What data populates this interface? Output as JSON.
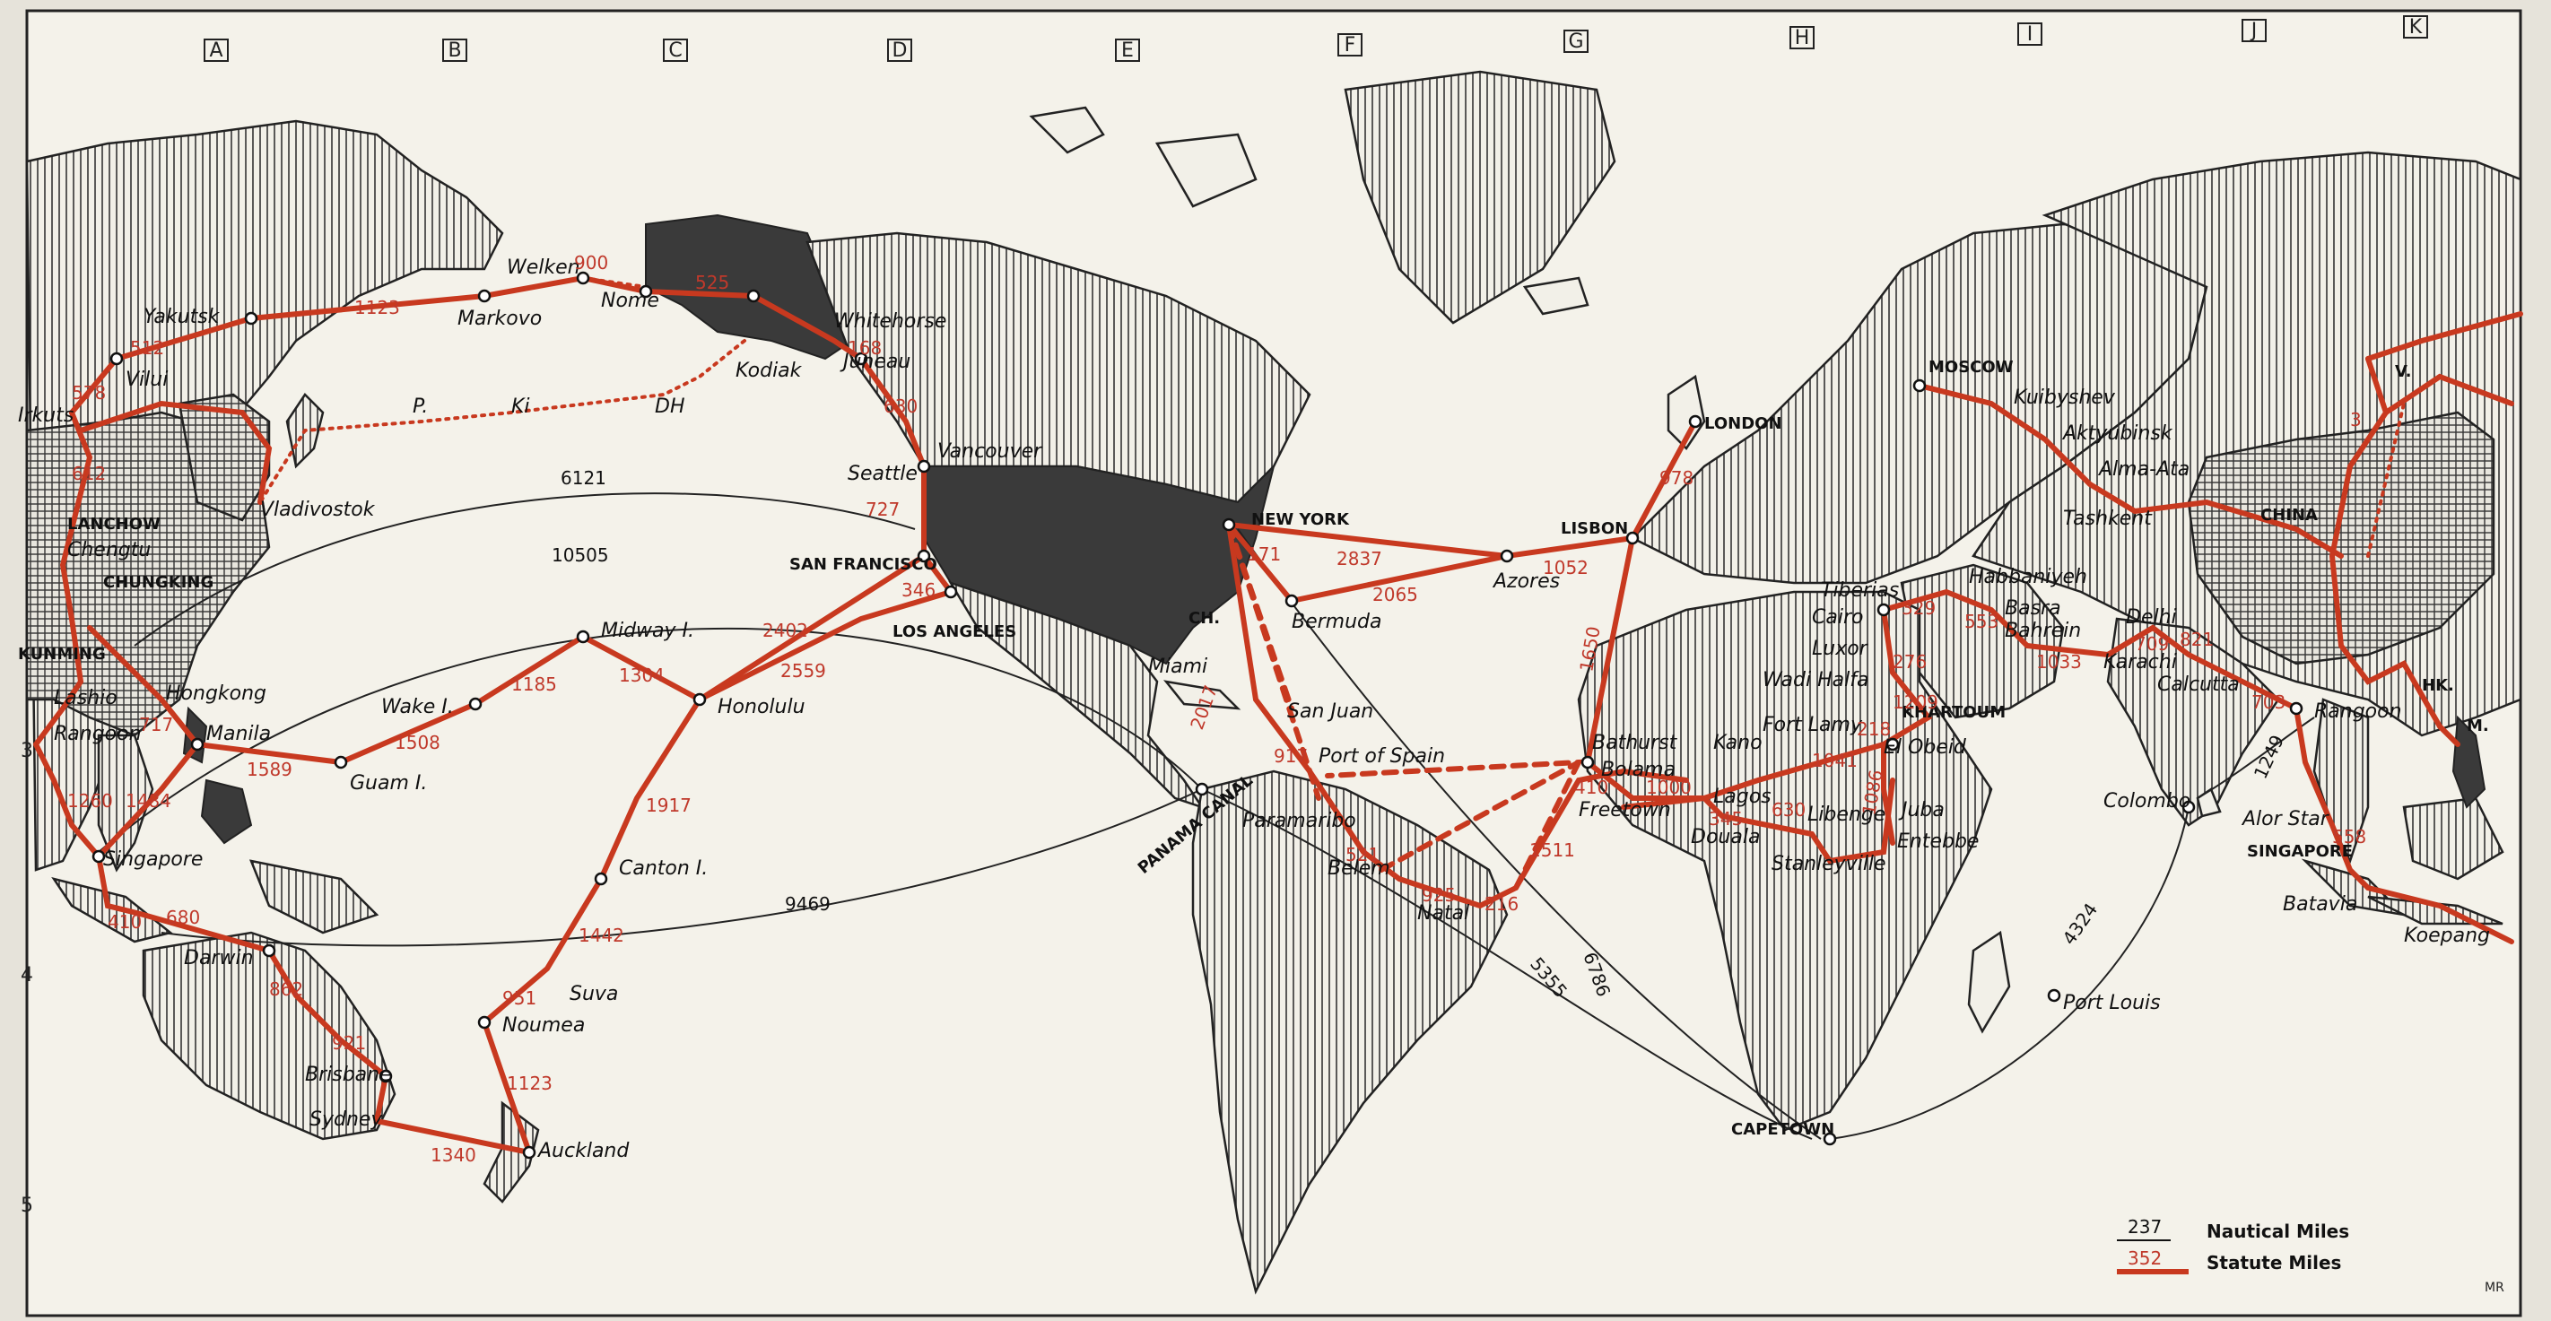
{
  "grid": {
    "columns": [
      "A",
      "B",
      "C",
      "D",
      "E",
      "F",
      "G",
      "H",
      "I",
      "J",
      "K"
    ],
    "rows": [
      "3",
      "4",
      "5"
    ]
  },
  "cities": {
    "yakutsk": "Yakutsk",
    "vilui": "Vilui",
    "irkutsk": "Irkuts",
    "welkal": "Welken",
    "nome": "Nome",
    "markovo": "Markovo",
    "whitehorse": "Whitehorse",
    "juneau": "Juneau",
    "kodiak": "Kodiak",
    "dh": "DH",
    "ki": "Ki",
    "p": "P.",
    "vladivostok": "Vladivostok",
    "vancouver": "Vancouver",
    "seattle": "Seattle",
    "san_francisco": "SAN FRANCISCO",
    "los_angeles": "LOS ANGELES",
    "new_york": "NEW YORK",
    "ch": "CH.",
    "bermuda": "Bermuda",
    "azores": "Azores",
    "lisbon": "LISBON",
    "london": "LONDON",
    "miami": "Miami",
    "san_juan": "San Juan",
    "port_of_spain": "Port of Spain",
    "paramaribo": "Paramaribo",
    "belem": "Belem",
    "natal": "Natal",
    "panama_canal": "PANAMA CANAL",
    "lanchow": "LANCHOW",
    "chengtu": "Chengtu",
    "chungking": "CHUNGKING",
    "kunming": "KUNMING",
    "lashio": "Lashio",
    "rangoon_w": "Rangoon",
    "hongkong": "Hongkong",
    "manila": "Manila",
    "guam": "Guam I.",
    "wake": "Wake I.",
    "midway": "Midway I.",
    "honolulu": "Honolulu",
    "canton": "Canton I.",
    "suva": "Suva",
    "noumea": "Noumea",
    "auckland": "Auckland",
    "singapore_w": "Singapore",
    "darwin": "Darwin",
    "brisbane": "Brisbane",
    "sydney": "Sydney",
    "moscow": "MOSCOW",
    "kuibyshev": "Kuibyshev",
    "aktyubinsk": "Aktyubinsk",
    "alma_ata": "Alma-Ata",
    "tashkent": "Tashkent",
    "tiberias": "Tiberias",
    "cairo": "Cairo",
    "luxor": "Luxor",
    "wadi_halfa": "Wadi Halfa",
    "habbaniyeh": "Habbaniyeh",
    "basra": "Basra",
    "bahrein": "Bahrein",
    "karachi": "Karachi",
    "delhi": "Delhi",
    "calcutta": "Calcutta",
    "rangoon_e": "Rangoon",
    "hk": "HK.",
    "khartoum": "KHARTOUM",
    "el_obeid": "El Obeid",
    "kano": "Kano",
    "fort_lamy": "Fort Lamy",
    "bathurst": "Bathurst",
    "bolama": "Bolama",
    "freetown": "Freetown",
    "lagos": "Lagos",
    "douala": "Douala",
    "libenge": "Libenge",
    "stanleyville": "Stanleyville",
    "juba": "Juba",
    "entebbe": "Entebbe",
    "colombo": "Colombo",
    "alor_star": "Alor Star",
    "singapore_e": "SINGAPORE",
    "batavia": "Batavia",
    "koepang": "Koepang",
    "port_louis": "Port Louis",
    "capetown": "CAPETOWN",
    "chinaka": "CHINA",
    "v": "V.",
    "m": "M."
  },
  "distances_red": [
    "512",
    "578",
    "1123",
    "900",
    "525",
    "168",
    "630",
    "727",
    "346",
    "2402",
    "2559",
    "1304",
    "1185",
    "1508",
    "1589",
    "717",
    "1484",
    "1260",
    "1917",
    "1442",
    "951",
    "1123",
    "1340",
    "862",
    "921",
    "680",
    "410",
    "2837",
    "2065",
    "1052",
    "1650",
    "978",
    "171",
    "917",
    "2017",
    "521",
    "925",
    "216",
    "1511",
    "410",
    "1000",
    "345",
    "1041",
    "630",
    "1086",
    "218",
    "276",
    "329",
    "553",
    "1033",
    "709",
    "821",
    "703",
    "558",
    "3",
    "1209",
    "612"
  ],
  "distances_black": [
    "6121",
    "10505",
    "9469",
    "6786",
    "5355",
    "4324",
    "1249"
  ],
  "legend": {
    "nautical_value": "237",
    "nautical_label": "Nautical Miles",
    "statute_value": "352",
    "statute_label": "Statute Miles"
  },
  "credit": "MR",
  "colors": {
    "route": "#c8391f",
    "land_hatch": "#222",
    "dark_land": "#3a3a3a",
    "paper": "#f4f2ea"
  }
}
